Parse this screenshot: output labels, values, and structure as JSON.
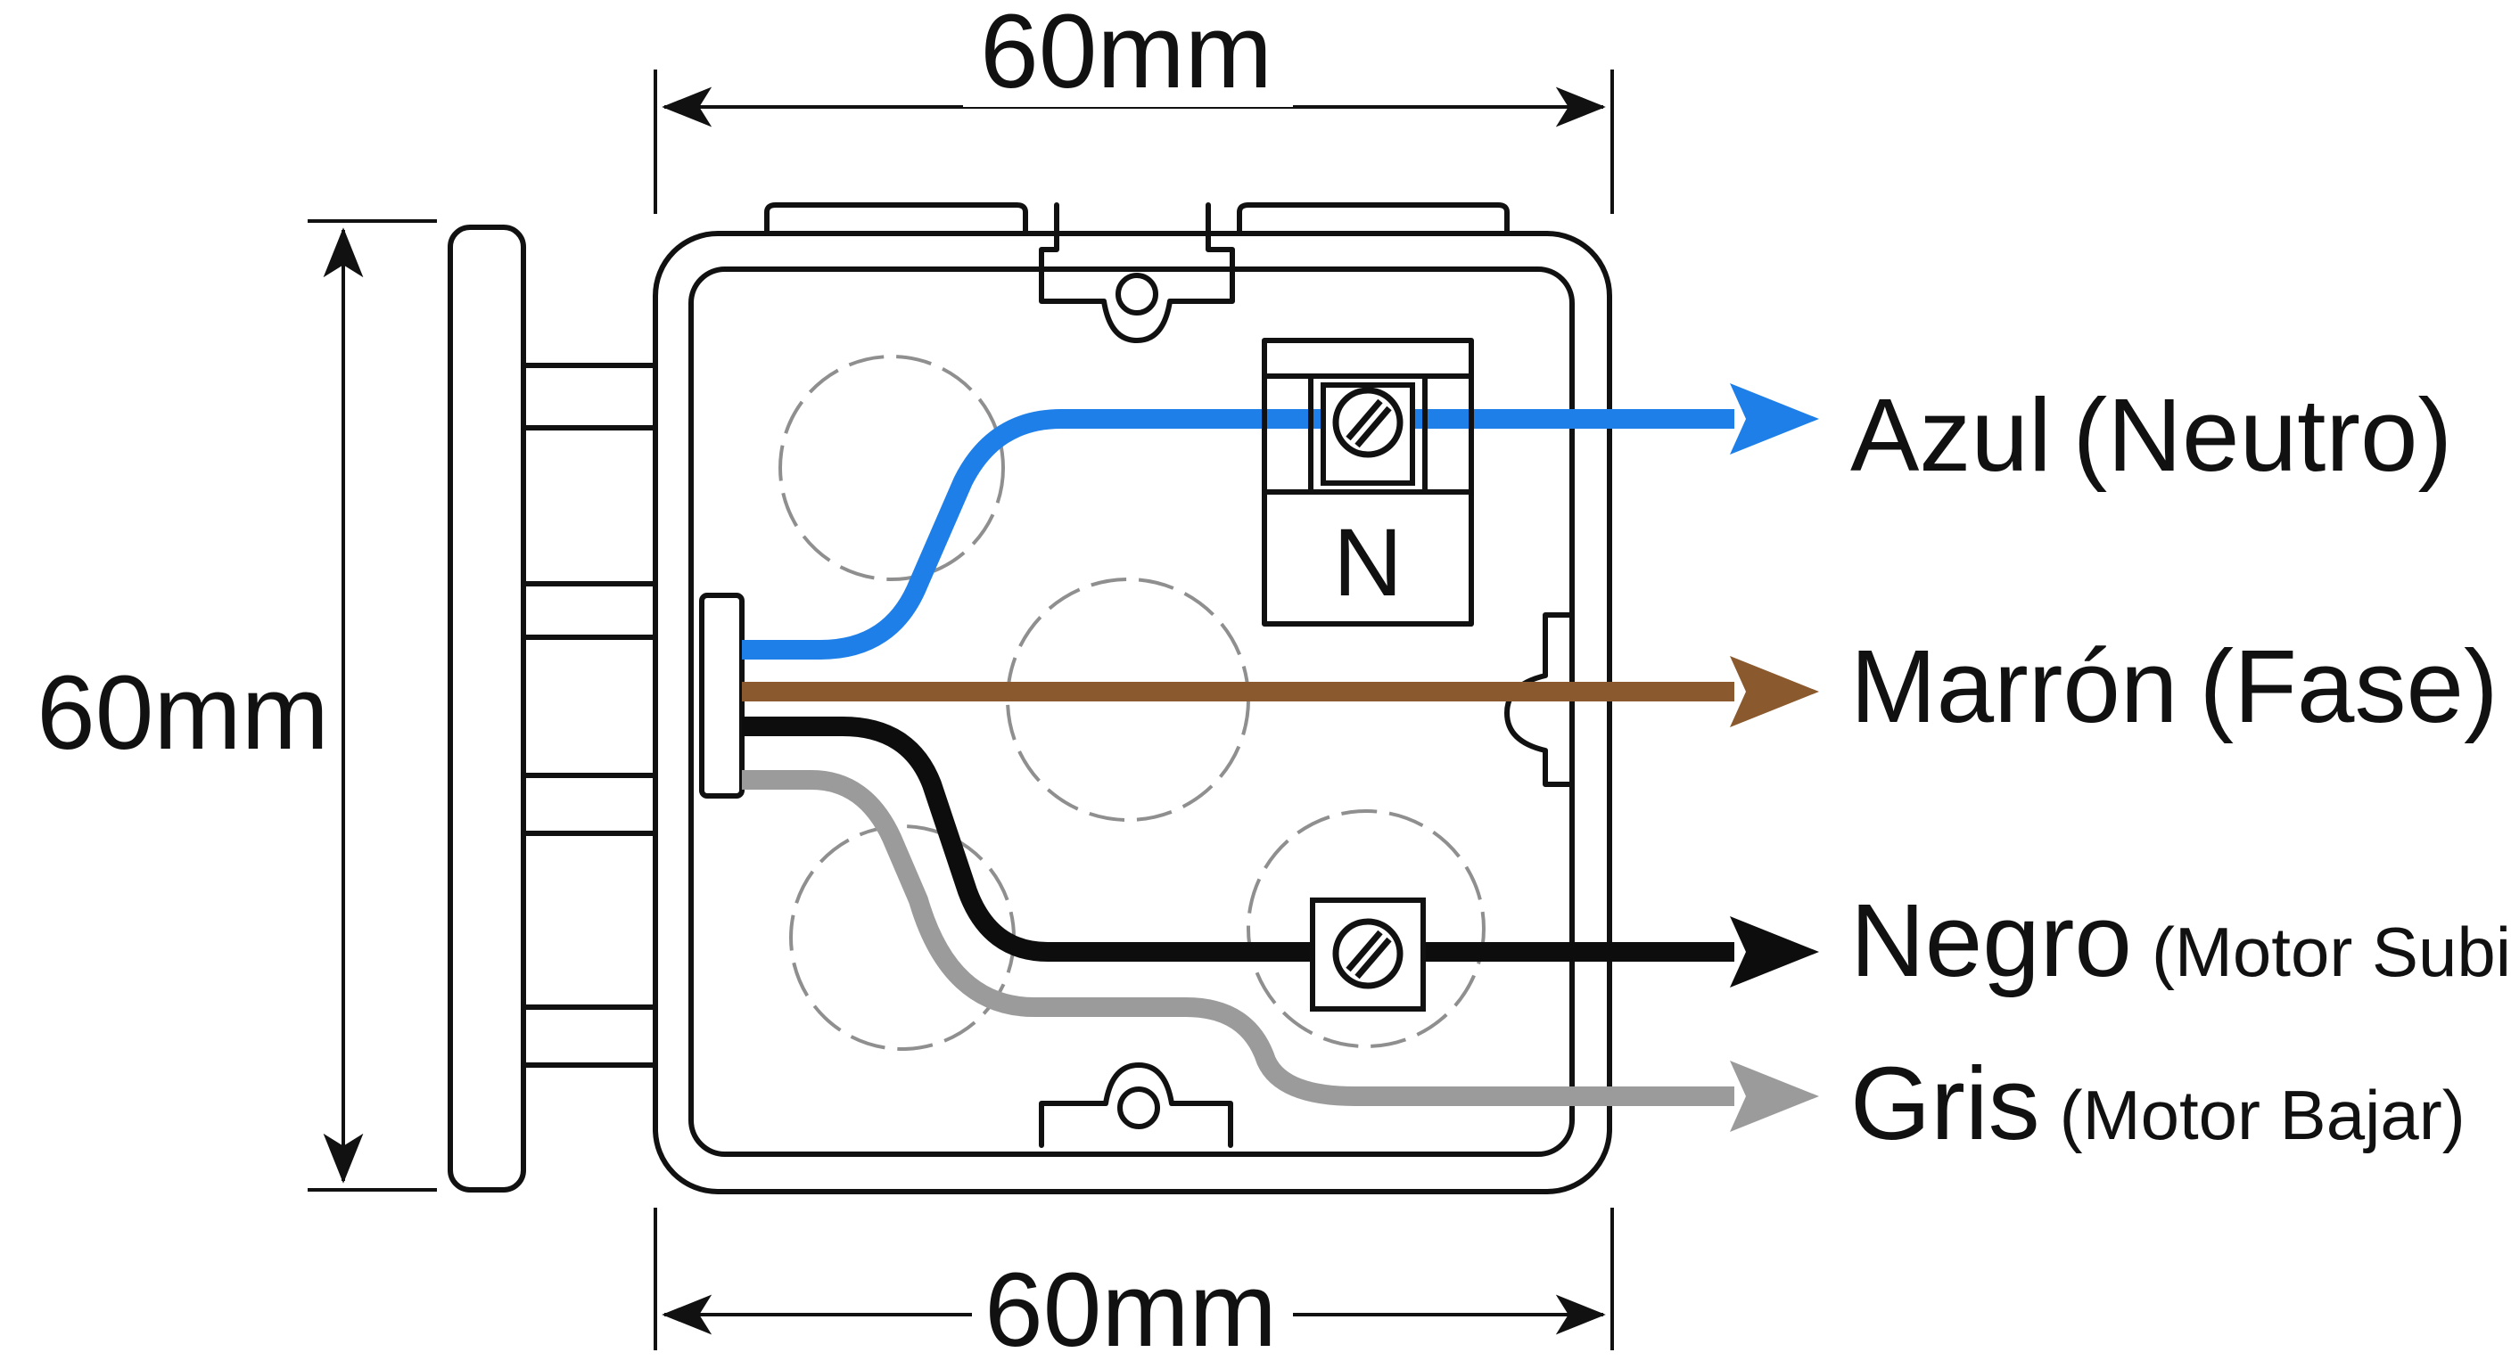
{
  "dimensions": {
    "top": "60mm",
    "left": "60mm",
    "bottom": "60mm"
  },
  "terminal": {
    "neutral_letter": "N"
  },
  "wires": [
    {
      "id": "blue",
      "color": "#1e7fe8",
      "name": "Azul",
      "desc": "(Neutro)"
    },
    {
      "id": "brown",
      "color": "#8a5a2e",
      "name": "Marrón",
      "desc": "(Fase)"
    },
    {
      "id": "black",
      "color": "#0d0d0d",
      "name": "Negro",
      "desc": "(Motor Subir)"
    },
    {
      "id": "grey",
      "color": "#9b9b9b",
      "name": "Gris",
      "desc": "(Motor Bajar)"
    }
  ]
}
